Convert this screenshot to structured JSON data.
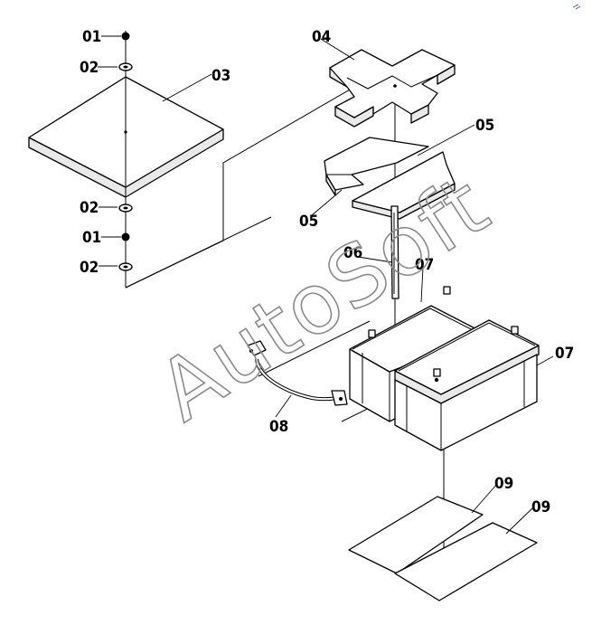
{
  "watermark": "AutoSoft",
  "callouts": {
    "c01a": "01",
    "c02a": "02",
    "c03": "03",
    "c04": "04",
    "c05a": "05",
    "c05b": "05",
    "c02b": "02",
    "c01b": "01",
    "c02c": "02",
    "c06": "06",
    "c07a": "07",
    "c07b": "07",
    "c08": "08",
    "c09a": "09",
    "c09b": "09"
  }
}
